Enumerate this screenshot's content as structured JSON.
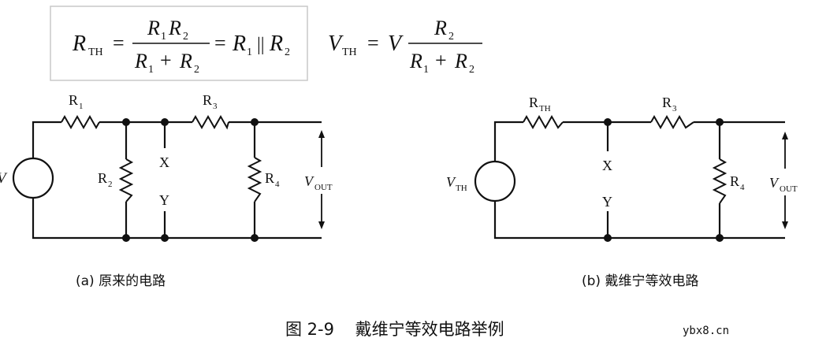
{
  "equations": {
    "rth": {
      "lhs": "R",
      "lhs_sub": "TH",
      "eq": "=",
      "num_a": "R",
      "num_a_sub": "1",
      "num_b": "R",
      "num_b_sub": "2",
      "den_a": "R",
      "den_a_sub": "1",
      "den_plus": "+",
      "den_b": "R",
      "den_b_sub": "2",
      "eq2": "=",
      "par_a": "R",
      "par_a_sub": "1",
      "par_op": "||",
      "par_b": "R",
      "par_b_sub": "2"
    },
    "vth": {
      "lhs": "V",
      "lhs_sub": "TH",
      "eq": "=",
      "coef": "V",
      "num": "R",
      "num_sub": "2",
      "den_a": "R",
      "den_a_sub": "1",
      "den_plus": "+",
      "den_b": "R",
      "den_b_sub": "2"
    }
  },
  "circuit_a": {
    "source": "V",
    "r1": "R",
    "r1_sub": "1",
    "r2": "R",
    "r2_sub": "2",
    "r3": "R",
    "r3_sub": "3",
    "r4": "R",
    "r4_sub": "4",
    "x": "X",
    "y": "Y",
    "vout": "V",
    "vout_sub": "OUT",
    "caption": "(a) 原来的电路"
  },
  "circuit_b": {
    "source": "V",
    "source_sub": "TH",
    "rth": "R",
    "rth_sub": "TH",
    "r3": "R",
    "r3_sub": "3",
    "r4": "R",
    "r4_sub": "4",
    "x": "X",
    "y": "Y",
    "vout": "V",
    "vout_sub": "OUT",
    "caption": "(b) 戴维宁等效电路"
  },
  "figure_caption": "图 2-9    戴维宁等效电路举例",
  "watermark": "ybx8.cn"
}
